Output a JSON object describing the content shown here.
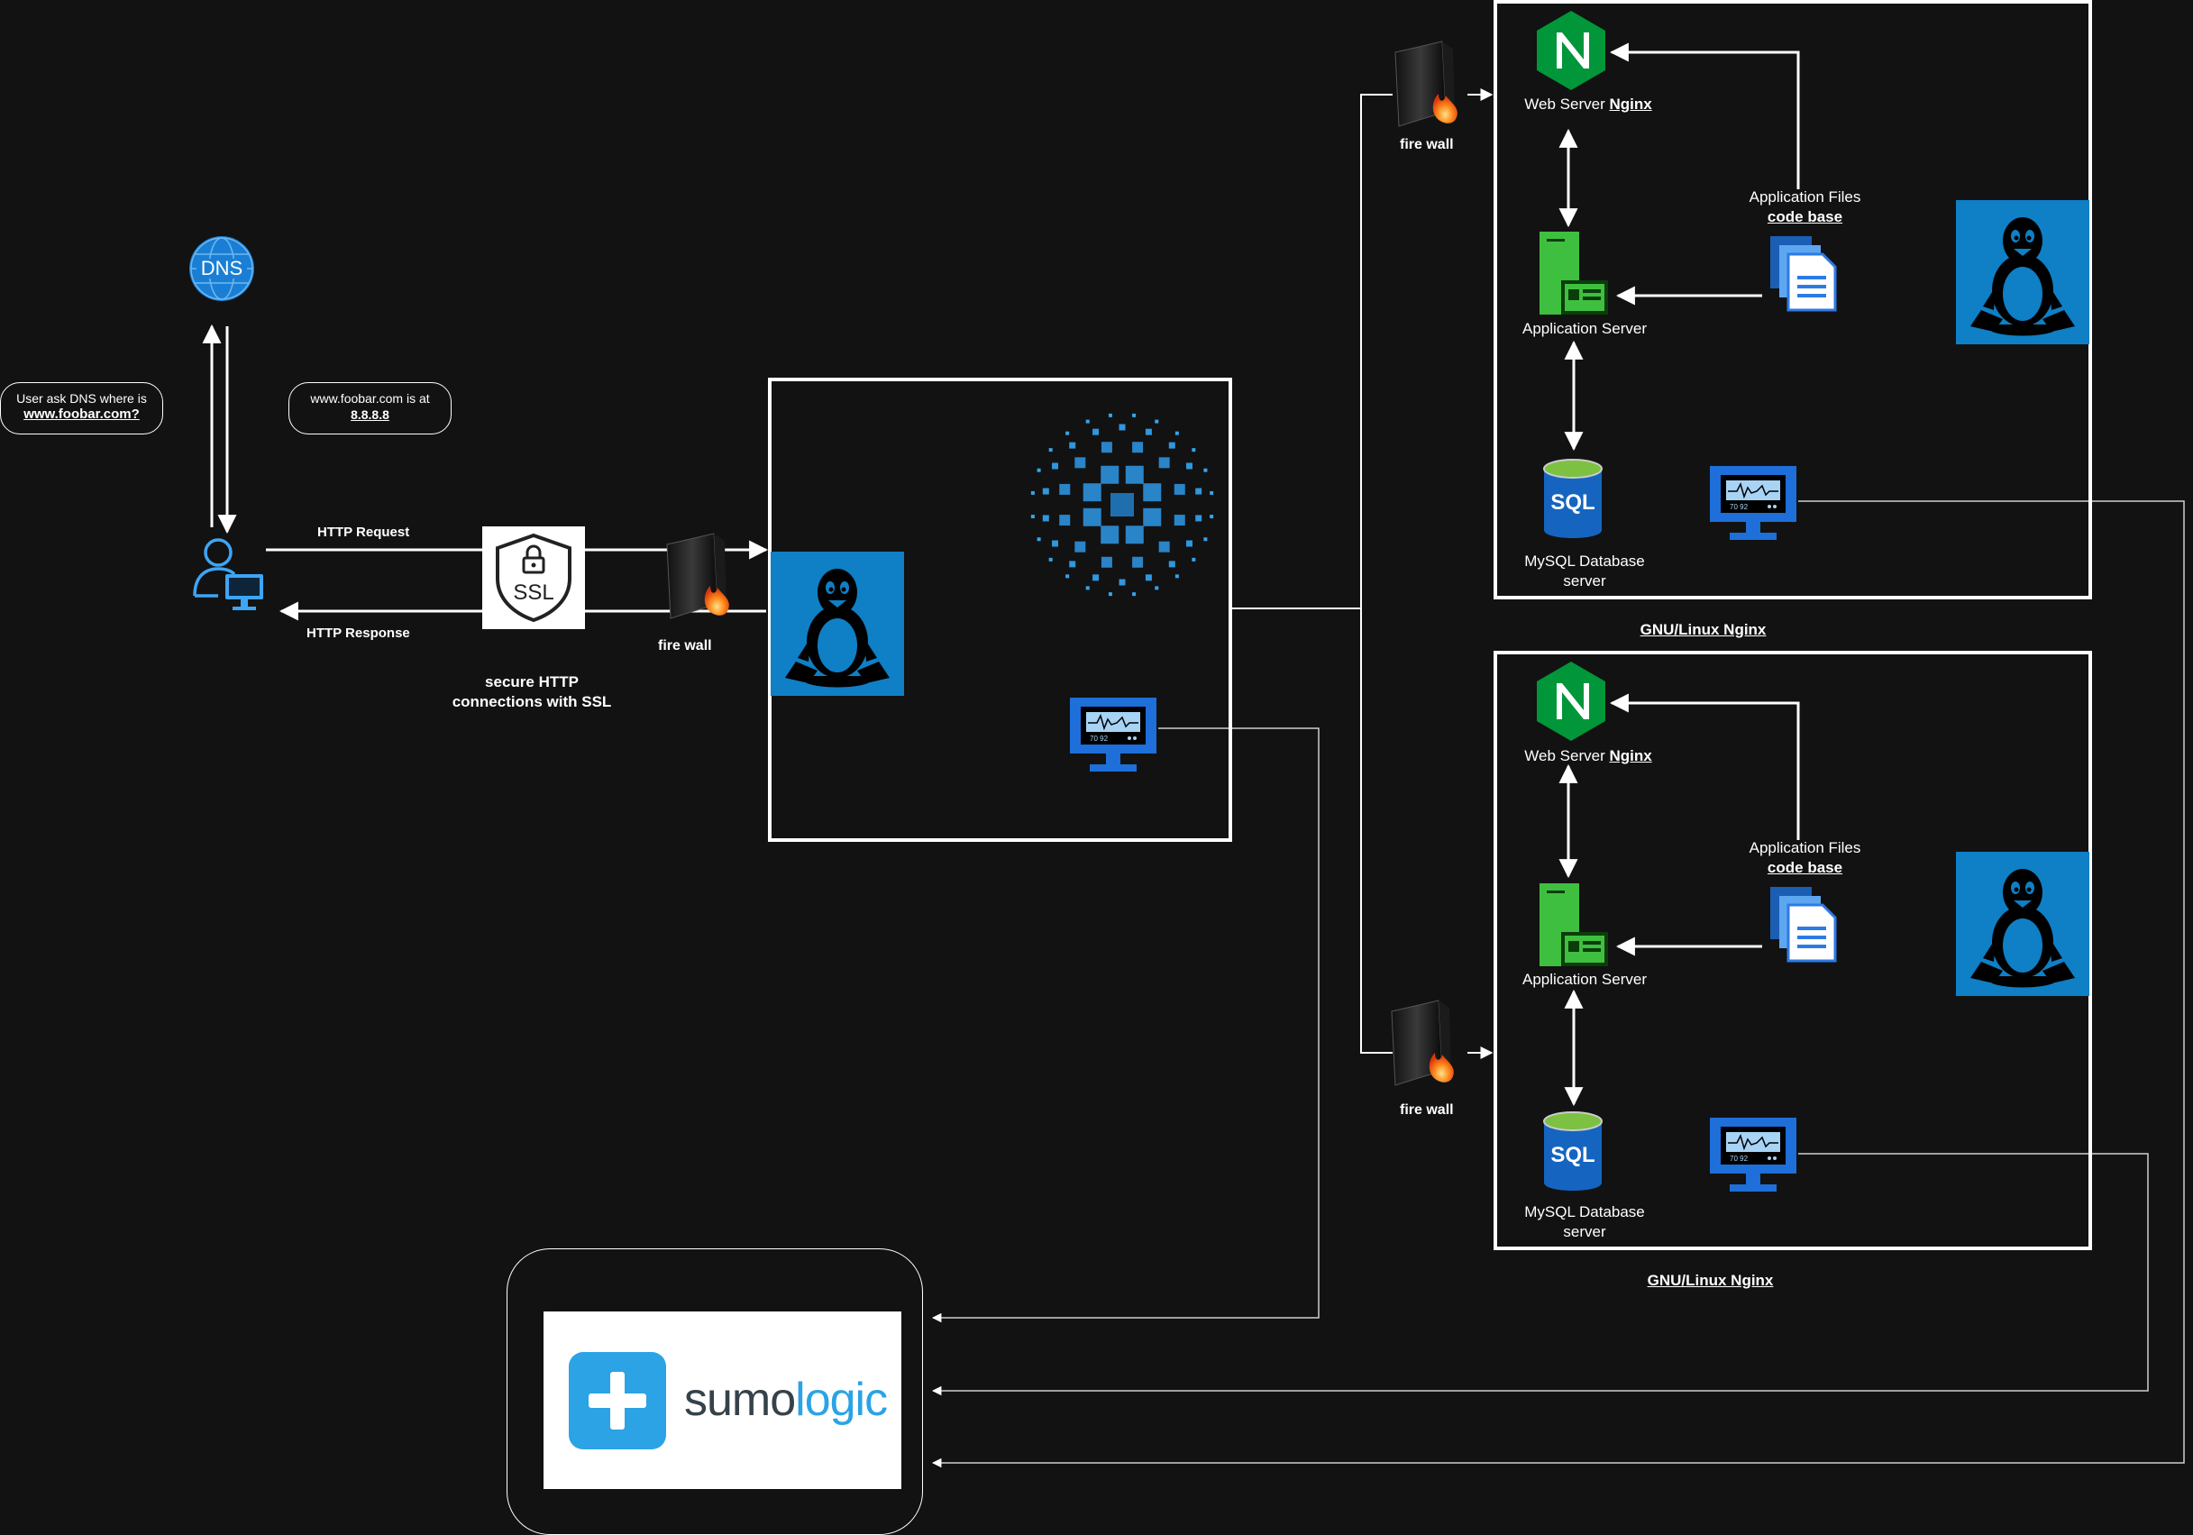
{
  "dns": {
    "label": "DNS"
  },
  "bubbles": {
    "ask": {
      "line1": "User ask DNS  where is",
      "line2": "www.foobar.com?"
    },
    "answer": {
      "line1": "www.foobar.com is at",
      "line2": "8.8.8.8"
    }
  },
  "http": {
    "request": "HTTP Request",
    "response": "HTTP Response"
  },
  "ssl": {
    "badge": "SSL",
    "caption_line1": "secure HTTP",
    "caption_line2": "connections  with SSL"
  },
  "firewalls": {
    "label": "fire wall"
  },
  "servers": [
    {
      "web_prefix": "Web Server ",
      "web_name": "Nginx",
      "files_line1": "Application Files",
      "files_line2": "code base",
      "app": "Application Server",
      "db_line1": "MySQL Database",
      "db_line2": "server",
      "caption": "GNU/Linux Nginx"
    },
    {
      "web_prefix": "Web Server ",
      "web_name": "Nginx",
      "files_line1": "Application Files",
      "files_line2": "code base",
      "app": "Application Server",
      "db_line1": "MySQL Database",
      "db_line2": "server",
      "caption": "GNU/Linux Nginx"
    }
  ],
  "sql_badge": "SQL",
  "monitor_digits": "70 92",
  "sumo": {
    "word_part1": "sumo",
    "word_part2": "logic"
  },
  "colors": {
    "background": "#121212",
    "linux_blue": "#0f7fc6",
    "nginx_green": "#009639",
    "sumo_blue": "#2ba3e5",
    "monitor_blue": "#1e6fd9",
    "app_green": "#3fbf3f"
  },
  "icons": [
    "dns-globe-icon",
    "user-computer-icon",
    "ssl-shield-icon",
    "firewall-icon",
    "tux-linux-icon",
    "load-balancer-icon",
    "monitoring-icon",
    "nginx-icon",
    "application-files-icon",
    "application-server-icon",
    "sql-database-icon",
    "sumologic-logo"
  ]
}
